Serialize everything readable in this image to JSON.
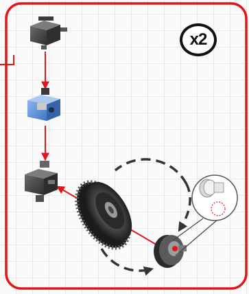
{
  "step": {
    "quantity_label": "x2"
  },
  "colors": {
    "frame": "#e0161b",
    "arrow": "#e0161b",
    "callout_line": "#444444",
    "rotation_arrow": "#333333",
    "block_gray": "#4a4a4a",
    "block_blue": "#5b8fd6",
    "gear": "#3a3a3a"
  },
  "parts": [
    {
      "name": "gray-cube-with-axle",
      "color": "gray"
    },
    {
      "name": "blue-cube-connector",
      "color": "blue"
    },
    {
      "name": "gray-cube-assembly",
      "color": "gray"
    },
    {
      "name": "gear-wheel",
      "color": "black"
    },
    {
      "name": "hub-disc",
      "color": "gray"
    }
  ],
  "icons": [
    "assembly-arrow",
    "rotation-arrow",
    "callout-circle"
  ]
}
